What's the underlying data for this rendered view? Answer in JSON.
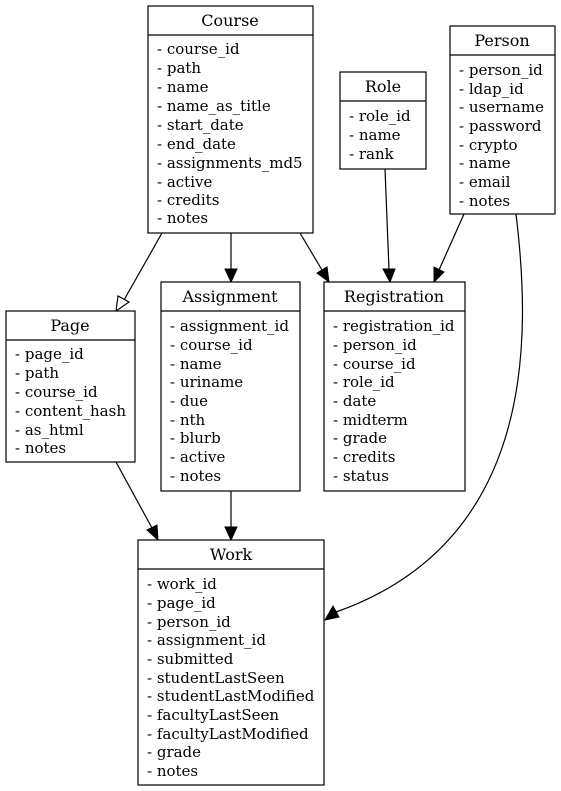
{
  "entities": {
    "course": {
      "title": "Course",
      "fields": [
        "- course_id",
        "- path",
        "- name",
        "- name_as_title",
        "- start_date",
        "- end_date",
        "- assignments_md5",
        "- active",
        "- credits",
        "- notes"
      ]
    },
    "role": {
      "title": "Role",
      "fields": [
        "- role_id",
        "- name",
        "- rank"
      ]
    },
    "person": {
      "title": "Person",
      "fields": [
        "- person_id",
        "- ldap_id",
        "- username",
        "- password",
        "- crypto",
        "- name",
        "- email",
        "- notes"
      ]
    },
    "page": {
      "title": "Page",
      "fields": [
        "- page_id",
        "- path",
        "- course_id",
        "- content_hash",
        "- as_html",
        "- notes"
      ]
    },
    "assignment": {
      "title": "Assignment",
      "fields": [
        "- assignment_id",
        "- course_id",
        "- name",
        "- uriname",
        "- due",
        "- nth",
        "- blurb",
        "- active",
        "- notes"
      ]
    },
    "registration": {
      "title": "Registration",
      "fields": [
        "- registration_id",
        "- person_id",
        "- course_id",
        "- role_id",
        "- date",
        "- midterm",
        "- grade",
        "- credits",
        "- status"
      ]
    },
    "work": {
      "title": "Work",
      "fields": [
        "- work_id",
        "- page_id",
        "- person_id",
        "- assignment_id",
        "- submitted",
        "- studentLastSeen",
        "- studentLastModified",
        "- facultyLastSeen",
        "- facultyLastModified",
        "- grade",
        "- notes"
      ]
    }
  },
  "edges": [
    {
      "from": "course",
      "to": "page",
      "arrow": "hollow"
    },
    {
      "from": "course",
      "to": "assignment",
      "arrow": "filled"
    },
    {
      "from": "course",
      "to": "registration",
      "arrow": "filled"
    },
    {
      "from": "role",
      "to": "registration",
      "arrow": "filled"
    },
    {
      "from": "person",
      "to": "registration",
      "arrow": "filled"
    },
    {
      "from": "person",
      "to": "work",
      "arrow": "filled"
    },
    {
      "from": "page",
      "to": "work",
      "arrow": "filled"
    },
    {
      "from": "assignment",
      "to": "work",
      "arrow": "filled"
    }
  ]
}
